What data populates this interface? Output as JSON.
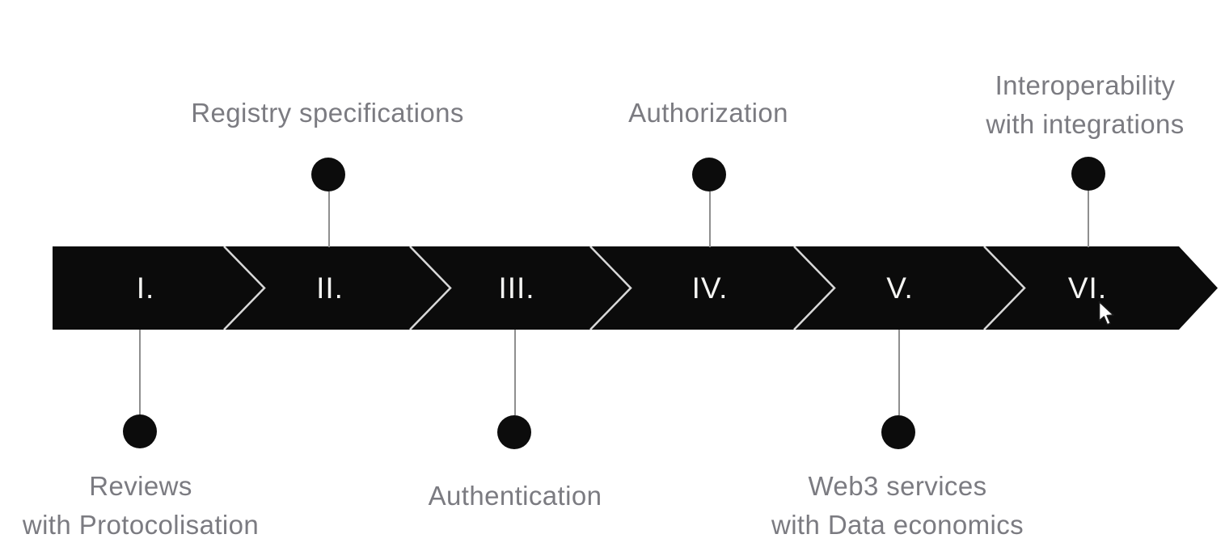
{
  "phases": [
    {
      "numeral": "I."
    },
    {
      "numeral": "II."
    },
    {
      "numeral": "III."
    },
    {
      "numeral": "IV."
    },
    {
      "numeral": "V."
    },
    {
      "numeral": "VI."
    }
  ],
  "milestones": [
    {
      "phase": "I.",
      "placement": "below",
      "lines": [
        "Reviews",
        "with Protocolisation"
      ]
    },
    {
      "phase": "II.",
      "placement": "above",
      "lines": [
        "Registry specifications"
      ]
    },
    {
      "phase": "III.",
      "placement": "below",
      "lines": [
        "Authentication"
      ]
    },
    {
      "phase": "IV.",
      "placement": "above",
      "lines": [
        "Authorization"
      ]
    },
    {
      "phase": "V.",
      "placement": "below",
      "lines": [
        "Web3 services",
        "with Data economics"
      ]
    },
    {
      "phase": "VI.",
      "placement": "above",
      "lines": [
        "Interoperability",
        "with integrations"
      ]
    }
  ],
  "colors": {
    "background": "#ffffff",
    "banner": "#0b0b0b",
    "chevron_line": "#d8d8d8",
    "numeral_text": "#f5f5f3",
    "label_text": "#7b7b81",
    "connector_line": "#8f8f8f",
    "dot": "#0c0c0c",
    "cursor_fill": "#ffffff",
    "cursor_outline": "#1a1a1a"
  }
}
